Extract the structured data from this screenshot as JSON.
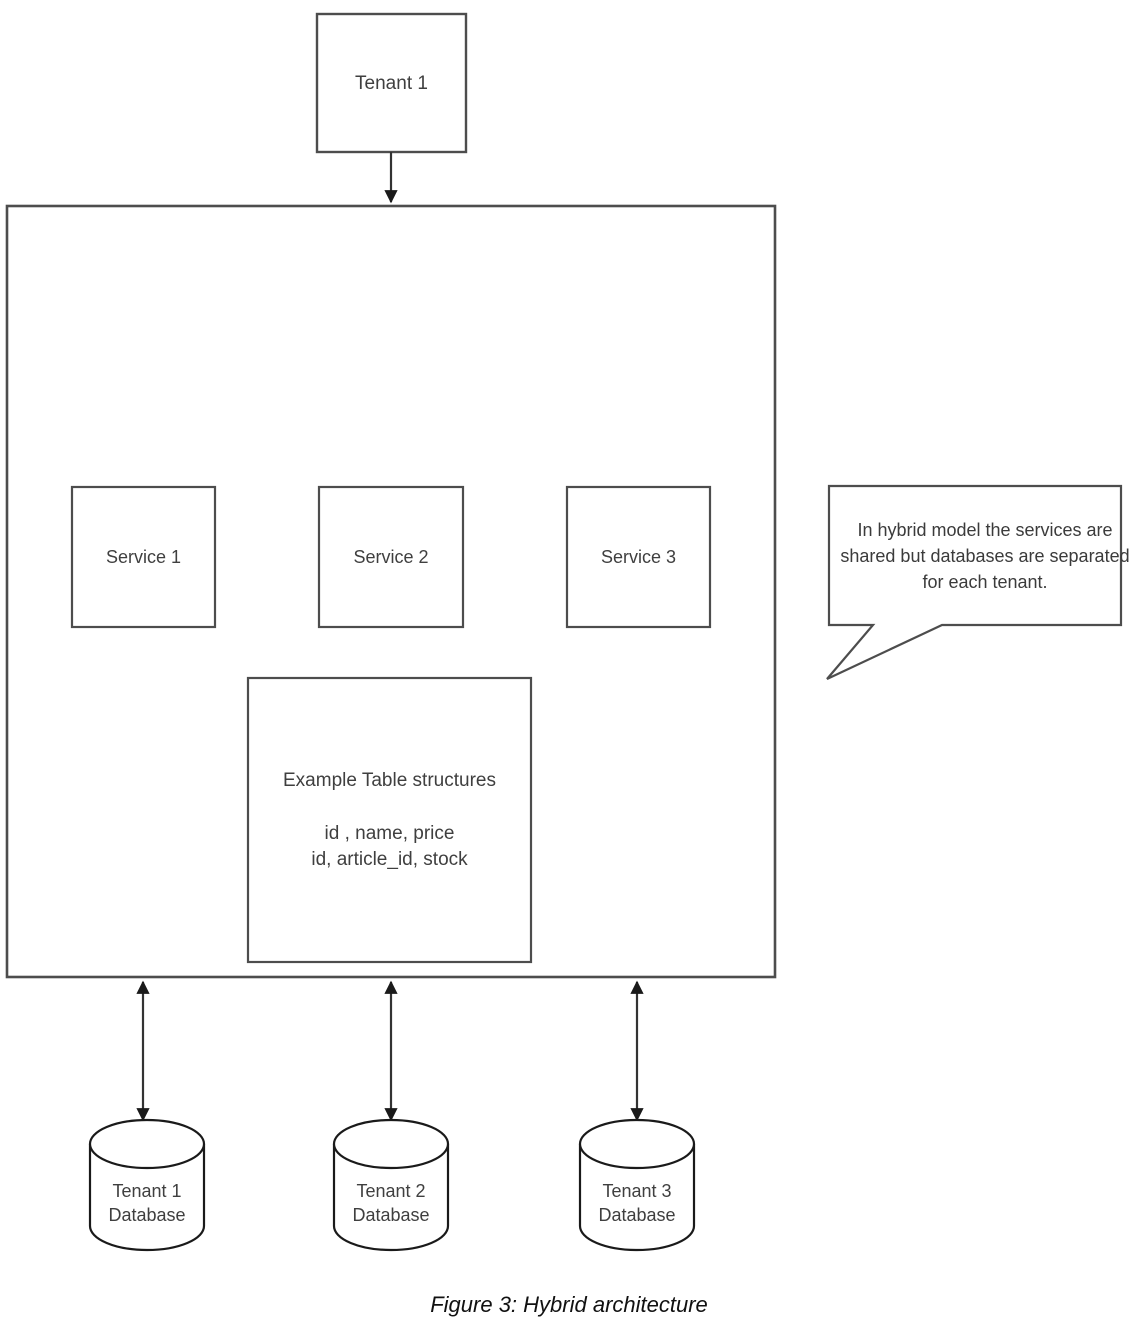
{
  "figure": {
    "caption": "Figure 3: Hybrid architecture"
  },
  "tenant_node": {
    "label": "Tenant 1"
  },
  "application_container": {
    "services": [
      {
        "label": "Service 1"
      },
      {
        "label": "Service 2"
      },
      {
        "label": "Service 3"
      }
    ],
    "table_box": {
      "title": "Example Table structures",
      "rows": "id , name, price\nid, article_id, stock"
    }
  },
  "callout": {
    "text": "In hybrid model the services are shared but databases are separated for each tenant."
  },
  "databases": [
    {
      "label": "Tenant 1\nDatabase"
    },
    {
      "label": "Tenant 2\nDatabase"
    },
    {
      "label": "Tenant 3\nDatabase"
    }
  ],
  "colors": {
    "stroke": "#4d4d4d",
    "stroke_dark": "#333333",
    "text": "#3f3f3f",
    "background": "#ffffff"
  }
}
